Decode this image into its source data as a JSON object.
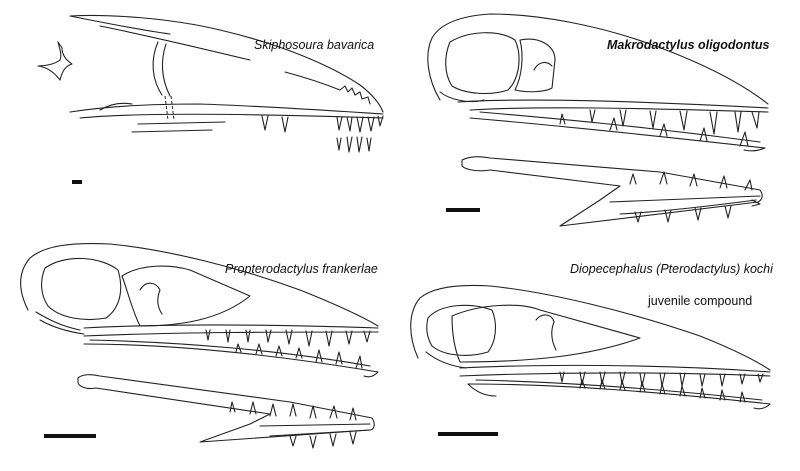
{
  "panels": [
    {
      "id": "a",
      "species": "Skiphosoura bavarica",
      "style": "italic"
    },
    {
      "id": "b",
      "species": "Makrodactylus oligodontus",
      "style": "bold-italic"
    },
    {
      "id": "c",
      "species": "Propterodactylus frankerlae",
      "style": "italic"
    },
    {
      "id": "d",
      "species": "Diopecephalus (Pterodactylus) kochi",
      "style": "italic",
      "note": "juvenile compound"
    }
  ],
  "scale_bars": [
    "panel-a",
    "panel-b",
    "panel-c",
    "panel-d"
  ],
  "colors": {
    "line": "#222222",
    "background": "#ffffff"
  }
}
